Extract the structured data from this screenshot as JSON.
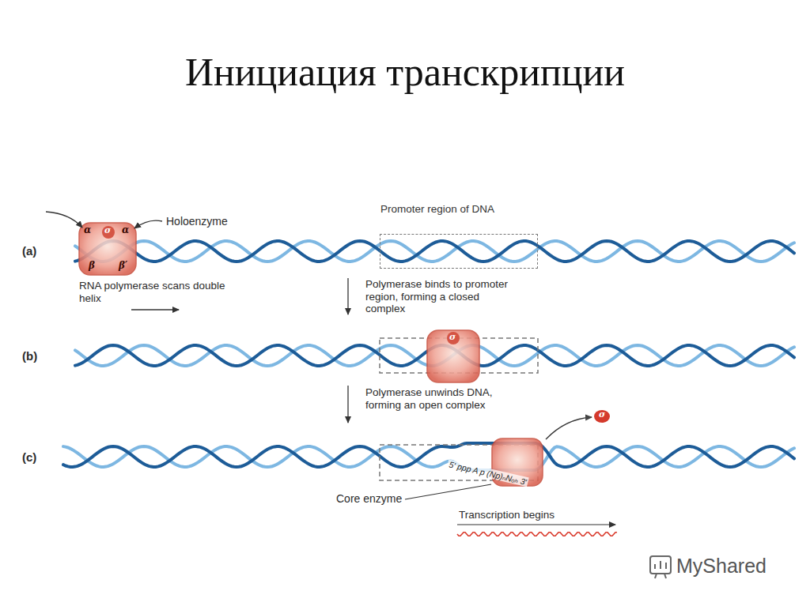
{
  "diagram": {
    "title": "Инициация транскрипции",
    "nodes": [
      {
        "text": [
          "α",
          "σ",
          "α",
          "β",
          "β′"
        ]
      },
      {
        "text": [
          "Promoter region of DNA"
        ]
      },
      {
        "text": [
          "σ"
        ]
      },
      {
        "text": [
          "σ"
        ]
      }
    ],
    "labels": [
      "(a)",
      "Holoenzyme",
      "RNA polymerase scans double helix",
      "Polymerase binds to promoter region, forming a closed complex",
      "(b)",
      "Polymerase unwinds DNA, forming an open complex",
      "(c)",
      "5′ ppp A p (Np)ₙNₒₕ 3′",
      "Core enzyme",
      "Transcription begins",
      "MyShared"
    ]
  }
}
